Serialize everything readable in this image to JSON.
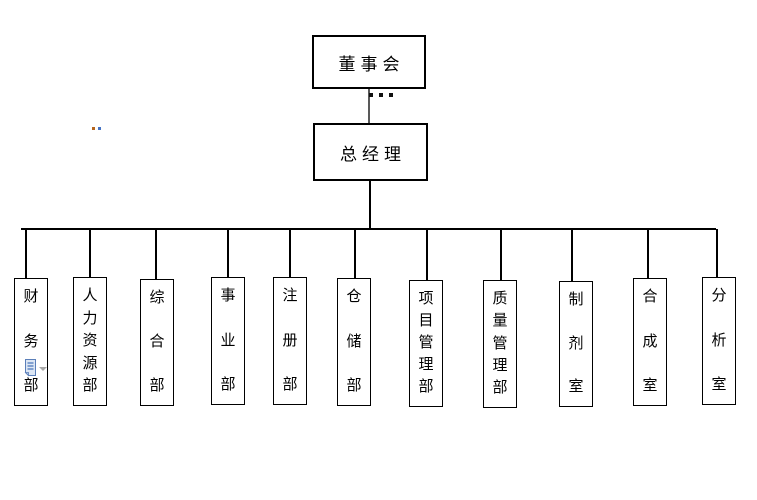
{
  "org_chart": {
    "board": "董事会",
    "general_manager": "总经理",
    "departments": [
      {
        "label": "财务部"
      },
      {
        "label": "人力资源部"
      },
      {
        "label": "综合部"
      },
      {
        "label": "事业部"
      },
      {
        "label": "注册部"
      },
      {
        "label": "仓储部"
      },
      {
        "label": "项目管理部"
      },
      {
        "label": "质量管理部"
      },
      {
        "label": "制剂室"
      },
      {
        "label": "合成室"
      },
      {
        "label": "分析室"
      }
    ]
  },
  "icons": {
    "ellipsis_dots": "three-small-black-squares",
    "paste_options": "paste-options-clipboard",
    "dropdown_arrow": "chevron-down",
    "stray_marks": "two-colored-pixel-dots"
  },
  "colors": {
    "background": "#ffffff",
    "line": "#000000",
    "box_border": "#000000",
    "box_fill": "#ffffff",
    "text": "#000000",
    "gray_connector": "#595959",
    "paste_icon_fill": "#dce6f4",
    "paste_icon_stroke": "#5b7fb9",
    "stray_orange": "#b5651d",
    "stray_blue": "#4472c4",
    "arrow_gray": "#a8a8a8"
  }
}
